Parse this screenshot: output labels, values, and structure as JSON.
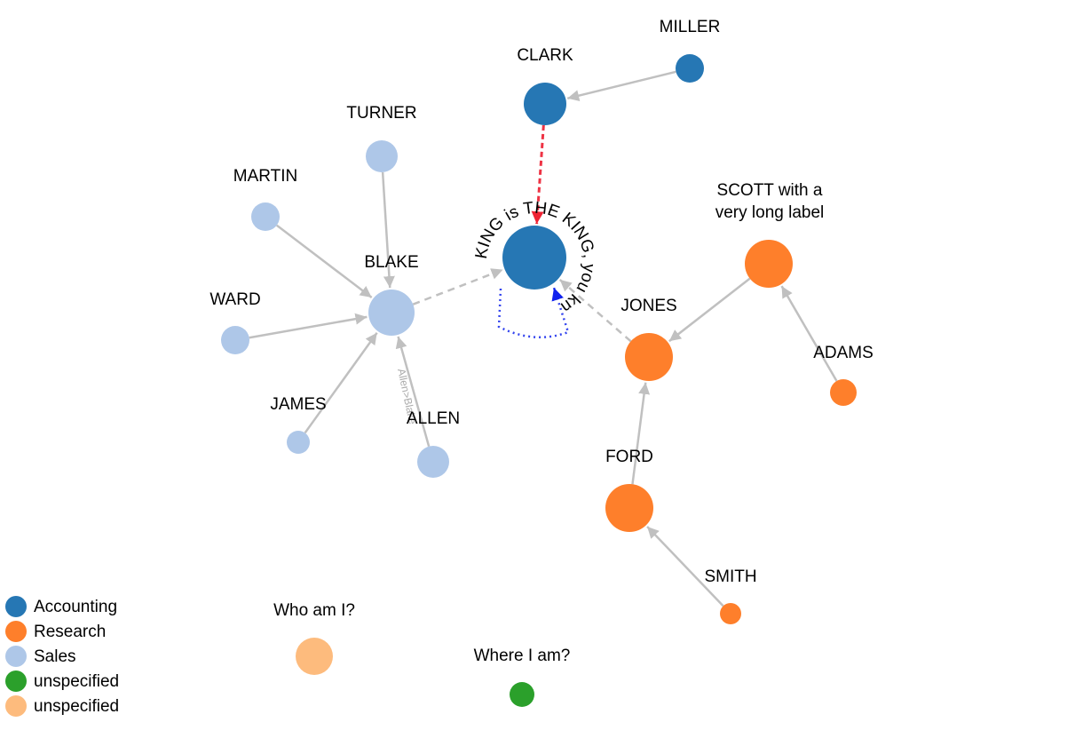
{
  "nodes": [
    {
      "id": "KING",
      "label": "KING is THE KING, you know?",
      "department": "Accounting"
    },
    {
      "id": "MILLER",
      "label": "MILLER",
      "department": "Accounting"
    },
    {
      "id": "CLARK",
      "label": "CLARK",
      "department": "Accounting"
    },
    {
      "id": "TURNER",
      "label": "TURNER",
      "department": "Sales"
    },
    {
      "id": "MARTIN",
      "label": "MARTIN",
      "department": "Sales"
    },
    {
      "id": "BLAKE",
      "label": "BLAKE",
      "department": "Sales"
    },
    {
      "id": "WARD",
      "label": "WARD",
      "department": "Sales"
    },
    {
      "id": "JAMES",
      "label": "JAMES",
      "department": "Sales"
    },
    {
      "id": "ALLEN",
      "label": "ALLEN",
      "department": "Sales"
    },
    {
      "id": "SCOTT",
      "label_lines": [
        "SCOTT with a",
        "very long label"
      ],
      "department": "Research"
    },
    {
      "id": "JONES",
      "label": "JONES",
      "department": "Research"
    },
    {
      "id": "ADAMS",
      "label": "ADAMS",
      "department": "Research"
    },
    {
      "id": "FORD",
      "label": "FORD",
      "department": "Research"
    },
    {
      "id": "SMITH",
      "label": "SMITH",
      "department": "Research"
    },
    {
      "id": "WHO",
      "label": "Who am I?",
      "department": "unspecified (orange)"
    },
    {
      "id": "WHERE",
      "label": "Where I am?",
      "department": "unspecified (green)"
    }
  ],
  "edges": [
    {
      "from": "MILLER",
      "to": "CLARK",
      "style": "solid"
    },
    {
      "from": "CLARK",
      "to": "KING",
      "style": "dashed",
      "color": "#ee3344"
    },
    {
      "from": "TURNER",
      "to": "BLAKE",
      "style": "solid"
    },
    {
      "from": "MARTIN",
      "to": "BLAKE",
      "style": "solid"
    },
    {
      "from": "WARD",
      "to": "BLAKE",
      "style": "solid"
    },
    {
      "from": "JAMES",
      "to": "BLAKE",
      "style": "solid"
    },
    {
      "from": "ALLEN",
      "to": "BLAKE",
      "style": "solid",
      "label": "Allen>Blake"
    },
    {
      "from": "BLAKE",
      "to": "KING",
      "style": "dashed"
    },
    {
      "from": "JONES",
      "to": "KING",
      "style": "dashed"
    },
    {
      "from": "SCOTT",
      "to": "JONES",
      "style": "solid"
    },
    {
      "from": "ADAMS",
      "to": "SCOTT",
      "style": "solid"
    },
    {
      "from": "FORD",
      "to": "JONES",
      "style": "solid"
    },
    {
      "from": "SMITH",
      "to": "FORD",
      "style": "solid"
    },
    {
      "from": "KING",
      "to": "KING",
      "style": "dotted",
      "color": "#3344ee",
      "self_loop": true
    }
  ],
  "legend": [
    {
      "label": "Accounting",
      "color": "#2677b4"
    },
    {
      "label": "Research",
      "color": "#fe7f2b"
    },
    {
      "label": "Sales",
      "color": "#aec7e8"
    },
    {
      "label": "unspecified",
      "color": "#2ba02b"
    },
    {
      "label": "unspecified",
      "color": "#fdbb7d"
    }
  ],
  "colors": {
    "Accounting": "#2677b4",
    "Research": "#fe7f2b",
    "Sales": "#aec7e8",
    "unspecified (green)": "#2ba02b",
    "unspecified (orange)": "#fdbb7d",
    "edge": "#c0c0c0",
    "edge_red": "#ee3344",
    "edge_blue": "#3344ee"
  }
}
